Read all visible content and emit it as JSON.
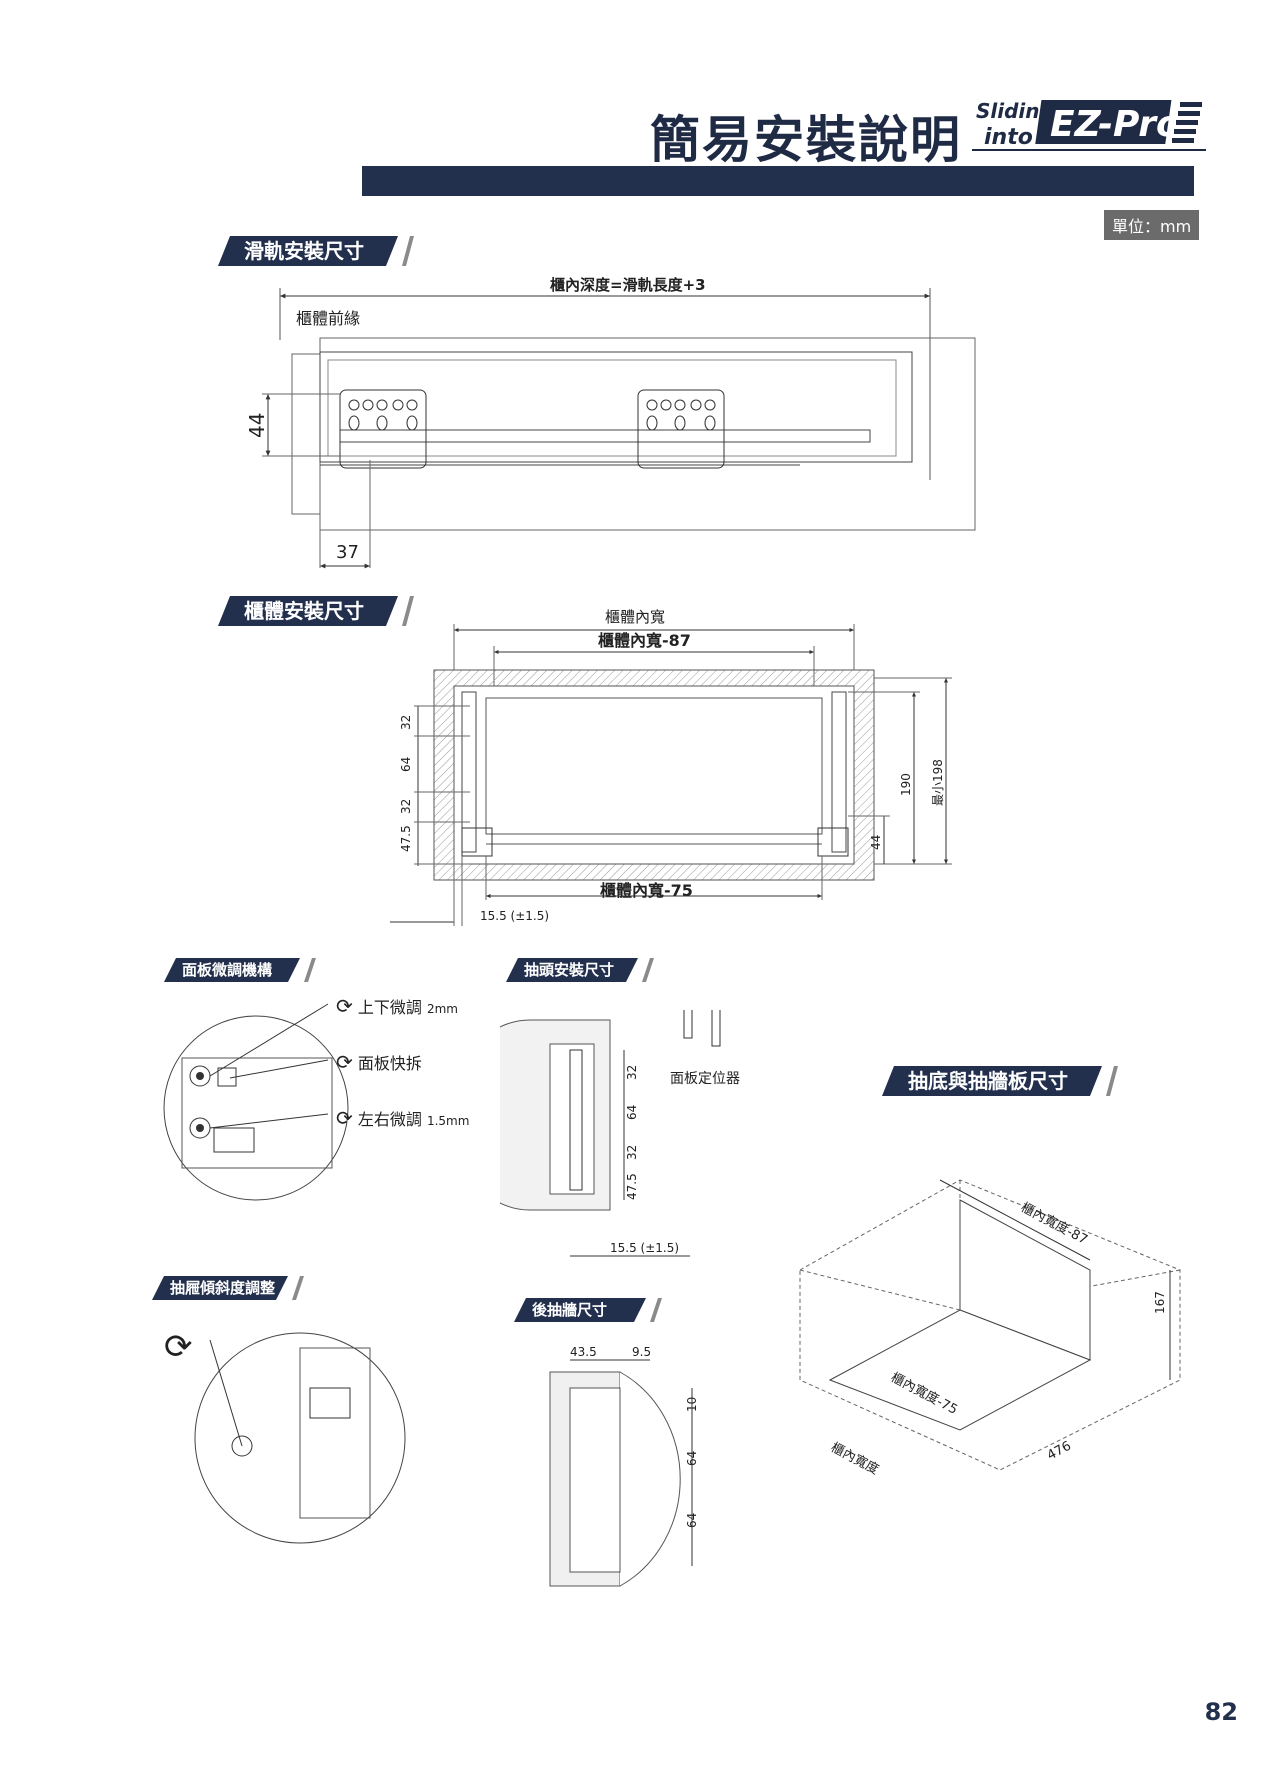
{
  "header": {
    "title": "簡易安裝說明",
    "logo": {
      "line1": "Sliding",
      "line2": "into",
      "brand": "EZ-Pro"
    },
    "unit": "單位：mm"
  },
  "sections": {
    "rail": "滑軌安裝尺寸",
    "cabinet": "櫃體安裝尺寸",
    "panel_adjust": "面板微調機構",
    "drawer_front": "抽頭安裝尺寸",
    "bottom_wall": "抽底與抽牆板尺寸",
    "tilt": "抽屜傾斜度調整",
    "rear_wall": "後抽牆尺寸"
  },
  "rail_diagram": {
    "depth_formula": "櫃內深度=滑軌長度+3",
    "front_edge": "櫃體前緣",
    "dim_height": "44",
    "dim_offset": "37"
  },
  "cabinet_diagram": {
    "inner_width": "櫃體內寬",
    "inner_width_87": "櫃體內寬-87",
    "inner_width_75": "櫃體內寬-75",
    "tolerance": "15.5 (±1.5)",
    "dims_left": [
      "32",
      "64",
      "32",
      "47.5"
    ],
    "dim_190": "190",
    "dim_44": "44",
    "min_198": "最小198"
  },
  "panel_adjust": {
    "updown": "上下微調",
    "updown_val": "2mm",
    "quick": "面板快拆",
    "leftright": "左右微調",
    "leftright_val": "1.5mm"
  },
  "drawer_front": {
    "dims": [
      "32",
      "64",
      "32",
      "47.5"
    ],
    "tolerance": "15.5 (±1.5)",
    "locator": "面板定位器"
  },
  "rear_wall": {
    "dim_43_5": "43.5",
    "dim_9_5": "9.5",
    "dims_right": [
      "10",
      "64",
      "64"
    ]
  },
  "box_diagram": {
    "w87": "櫃內寬度-87",
    "w75": "櫃內寬度-75",
    "w": "櫃內寬度",
    "d476": "476",
    "h167": "167"
  },
  "page_number": "82"
}
